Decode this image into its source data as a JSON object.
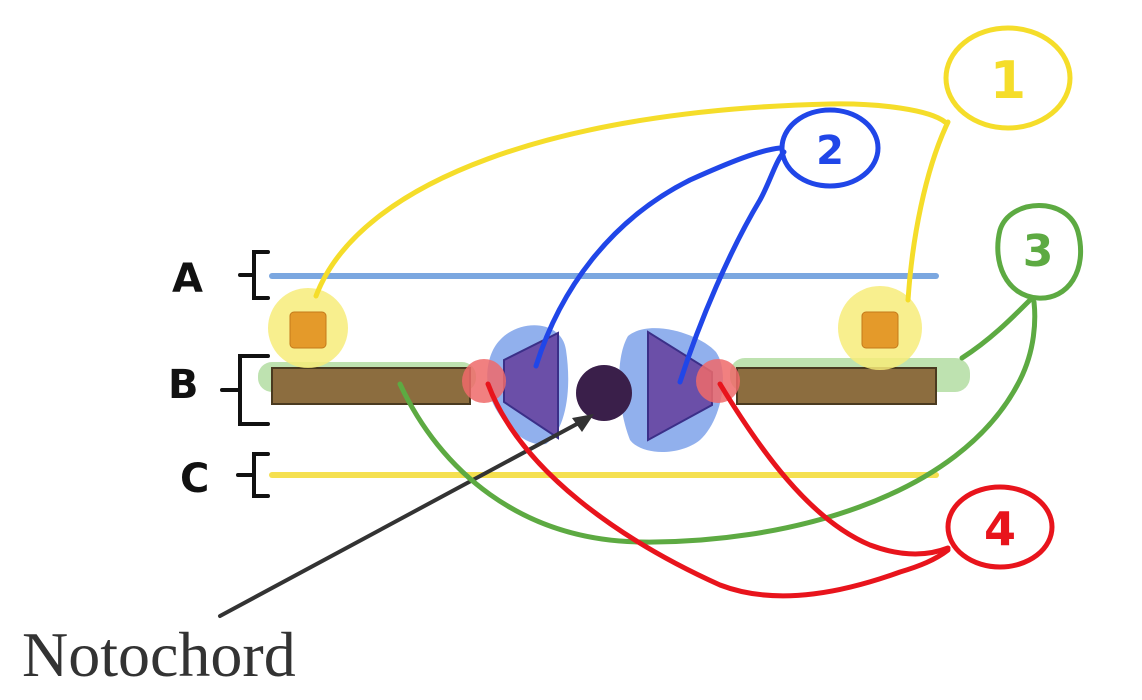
{
  "diagram": {
    "layer_labels": {
      "a": "A",
      "b": "B",
      "c": "C"
    },
    "numbers": {
      "n1": "1",
      "n2": "2",
      "n3": "3",
      "n4": "4"
    },
    "caption": "Notochord"
  },
  "colors": {
    "layer_a": "#7ba7e0",
    "layer_b_bar": "#8c6d3f",
    "layer_c": "#f5d83a",
    "yellow": "#f5dd2a",
    "blue": "#2046e8",
    "green": "#5daa42",
    "red": "#e8141c",
    "purple": "#6b4fa8",
    "notochord": "#3a1f4a",
    "orange": "#e49a2a"
  }
}
